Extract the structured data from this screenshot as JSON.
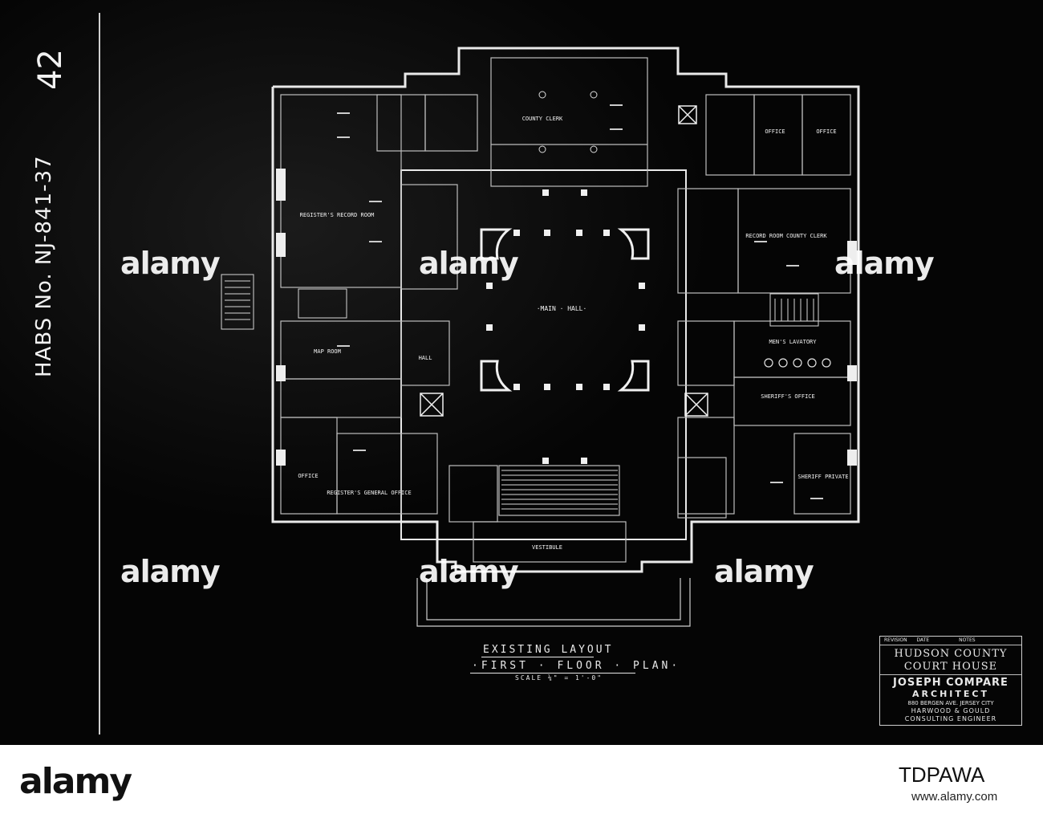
{
  "sheet": {
    "habs_label": "HABS No. NJ-841-37",
    "page_number": "42"
  },
  "caption": {
    "line1": "EXISTING LAYOUT",
    "line2": "·FIRST · FLOOR · PLAN·",
    "scale": "SCALE ⅛\" = 1'-0\""
  },
  "rooms": {
    "county_clerk": "COUNTY CLERK",
    "registers_record_room": "REGISTER'S RECORD ROOM",
    "record_room_county_clerk": "RECORD ROOM COUNTY CLERK",
    "main_hall": "·MAIN · HALL·",
    "map_room": "MAP ROOM",
    "hall": "HALL",
    "office_left": "OFFICE",
    "registers_general_office": "REGISTER'S GENERAL OFFICE",
    "office_right_1": "OFFICE",
    "office_right_2": "OFFICE",
    "sheriffs_office": "SHERIFF'S OFFICE",
    "mens_lavatory": "MEN'S LAVATORY",
    "sheriff_private": "SHERIFF PRIVATE",
    "vestibule": "VESTIBULE"
  },
  "title_block": {
    "header_revision": "REVISION",
    "header_date": "DATE",
    "header_notes": "NOTES",
    "client_line1": "HUDSON COUNTY",
    "client_line2": "COURT HOUSE",
    "architect_name": "JOSEPH COMPARE",
    "architect_title": "ARCHITECT",
    "address": "880 BERGEN AVE.       JERSEY CITY",
    "engineer_line1": "HARWOOD & GOULD",
    "engineer_line2": "CONSULTING ENGINEER"
  },
  "watermark": {
    "text": "alamy"
  },
  "footer": {
    "logo": "alamy",
    "image_id": "TDPAWA",
    "domain": "www.alamy.com"
  }
}
